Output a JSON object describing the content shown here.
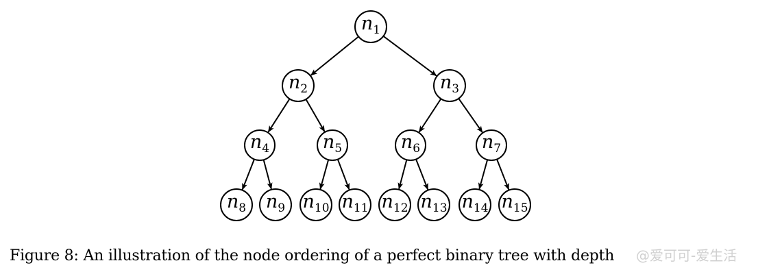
{
  "tree": {
    "nodes": [
      {
        "id": "n1",
        "base": "n",
        "sub": "1",
        "level": 0,
        "index": 0
      },
      {
        "id": "n2",
        "base": "n",
        "sub": "2",
        "level": 1,
        "index": 0
      },
      {
        "id": "n3",
        "base": "n",
        "sub": "3",
        "level": 1,
        "index": 1
      },
      {
        "id": "n4",
        "base": "n",
        "sub": "4",
        "level": 2,
        "index": 0
      },
      {
        "id": "n5",
        "base": "n",
        "sub": "5",
        "level": 2,
        "index": 1
      },
      {
        "id": "n6",
        "base": "n",
        "sub": "6",
        "level": 2,
        "index": 2
      },
      {
        "id": "n7",
        "base": "n",
        "sub": "7",
        "level": 2,
        "index": 3
      },
      {
        "id": "n8",
        "base": "n",
        "sub": "8",
        "level": 3,
        "index": 0
      },
      {
        "id": "n9",
        "base": "n",
        "sub": "9",
        "level": 3,
        "index": 1
      },
      {
        "id": "n10",
        "base": "n",
        "sub": "10",
        "level": 3,
        "index": 2
      },
      {
        "id": "n11",
        "base": "n",
        "sub": "11",
        "level": 3,
        "index": 3
      },
      {
        "id": "n12",
        "base": "n",
        "sub": "12",
        "level": 3,
        "index": 4
      },
      {
        "id": "n13",
        "base": "n",
        "sub": "13",
        "level": 3,
        "index": 5
      },
      {
        "id": "n14",
        "base": "n",
        "sub": "14",
        "level": 3,
        "index": 6
      },
      {
        "id": "n15",
        "base": "n",
        "sub": "15",
        "level": 3,
        "index": 7
      }
    ],
    "edges": [
      [
        "n1",
        "n2"
      ],
      [
        "n1",
        "n3"
      ],
      [
        "n2",
        "n4"
      ],
      [
        "n2",
        "n5"
      ],
      [
        "n3",
        "n6"
      ],
      [
        "n3",
        "n7"
      ],
      [
        "n4",
        "n8"
      ],
      [
        "n4",
        "n9"
      ],
      [
        "n5",
        "n10"
      ],
      [
        "n5",
        "n11"
      ],
      [
        "n6",
        "n12"
      ],
      [
        "n6",
        "n13"
      ],
      [
        "n7",
        "n14"
      ],
      [
        "n7",
        "n15"
      ]
    ]
  },
  "caption": "Figure 8: An illustration of the node ordering of a perfect binary tree with depth",
  "watermark": "@爱可可-爱生活"
}
